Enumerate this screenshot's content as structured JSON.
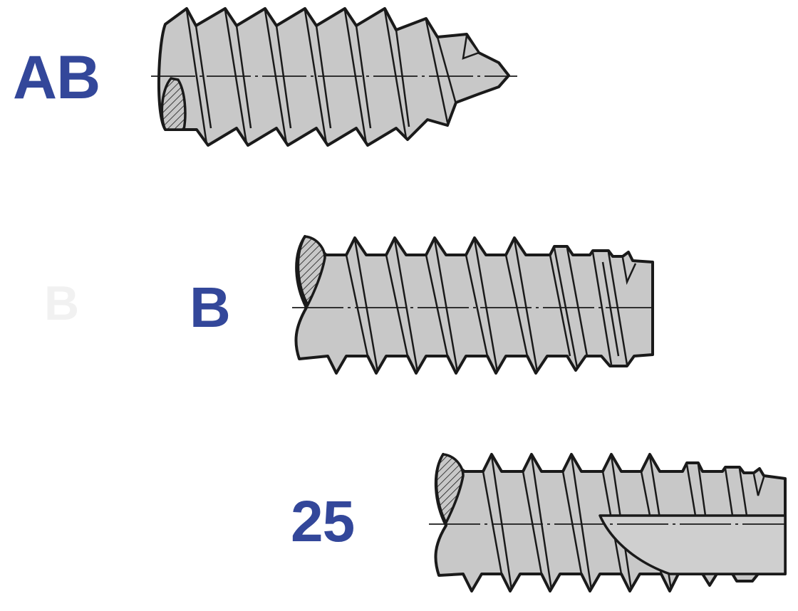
{
  "labels": {
    "type_ab": "AB",
    "type_b": "B",
    "type_25": "25"
  },
  "colors": {
    "label_blue": "#33479a",
    "screw_fill": "#c8c8c8",
    "outline": "#1a1a1a"
  },
  "screws": [
    {
      "type": "AB",
      "thread_style": "tapered-gimlet-point"
    },
    {
      "type": "B",
      "thread_style": "blunt-end-with-slotted-tip"
    },
    {
      "type": "25",
      "thread_style": "blunt-end-with-cutting-flute"
    }
  ]
}
